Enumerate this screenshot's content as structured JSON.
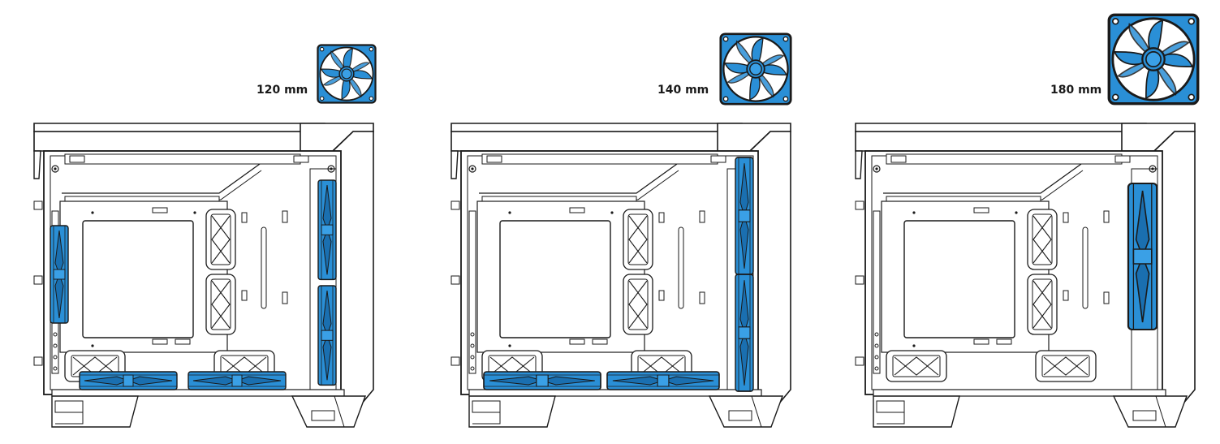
{
  "configurations": [
    {
      "fan_size_label": "120 mm",
      "fan_icon": "fan-icon",
      "case_icon": "pc-case-diagram-icon"
    },
    {
      "fan_size_label": "140 mm",
      "fan_icon": "fan-icon",
      "case_icon": "pc-case-diagram-icon"
    },
    {
      "fan_size_label": "180 mm",
      "fan_icon": "fan-icon",
      "case_icon": "pc-case-diagram-icon"
    }
  ],
  "colors": {
    "fan_blue": "#2a8fd6",
    "fan_blue_dark": "#1a6fb0",
    "outline": "#1a1a1a",
    "background": "#ffffff"
  }
}
